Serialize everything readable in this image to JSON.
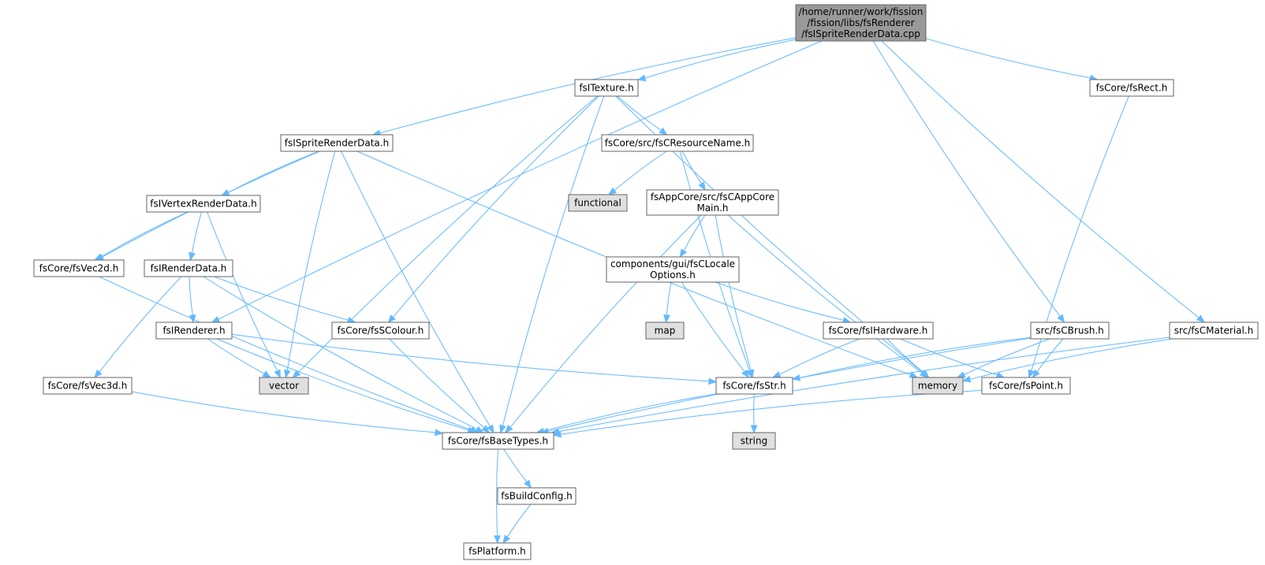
{
  "graph": {
    "nodes": [
      {
        "id": "root",
        "kind": "focus",
        "lines": [
          "/home/runner/work/fission",
          "/fission/libs/fsRenderer",
          "/fsISpriteRenderData.cpp"
        ]
      },
      {
        "id": "itexture",
        "kind": "normal",
        "lines": [
          "fsITexture.h"
        ]
      },
      {
        "id": "rect",
        "kind": "normal",
        "lines": [
          "fsCore/fsRect.h"
        ]
      },
      {
        "id": "isprite",
        "kind": "normal",
        "lines": [
          "fsISpriteRenderData.h"
        ]
      },
      {
        "id": "resname",
        "kind": "normal",
        "lines": [
          "fsCore/src/fsCResourceName.h"
        ]
      },
      {
        "id": "functional",
        "kind": "system",
        "lines": [
          "functional"
        ]
      },
      {
        "id": "appcore",
        "kind": "normal",
        "lines": [
          "fsAppCore/src/fsCAppCore",
          "Main.h"
        ]
      },
      {
        "id": "ivertex",
        "kind": "normal",
        "lines": [
          "fsIVertexRenderData.h"
        ]
      },
      {
        "id": "vec2d",
        "kind": "normal",
        "lines": [
          "fsCore/fsVec2d.h"
        ]
      },
      {
        "id": "irenderdata",
        "kind": "normal",
        "lines": [
          "fsIRenderData.h"
        ]
      },
      {
        "id": "locale",
        "kind": "normal",
        "lines": [
          "components/gui/fsCLocale",
          "Options.h"
        ]
      },
      {
        "id": "map",
        "kind": "system",
        "lines": [
          "map"
        ]
      },
      {
        "id": "irenderer",
        "kind": "normal",
        "lines": [
          "fsIRenderer.h"
        ]
      },
      {
        "id": "scolour",
        "kind": "normal",
        "lines": [
          "fsCore/fsSColour.h"
        ]
      },
      {
        "id": "ihardware",
        "kind": "normal",
        "lines": [
          "fsCore/fsIHardware.h"
        ]
      },
      {
        "id": "brush",
        "kind": "normal",
        "lines": [
          "src/fsCBrush.h"
        ]
      },
      {
        "id": "material",
        "kind": "normal",
        "lines": [
          "src/fsCMaterial.h"
        ]
      },
      {
        "id": "vec3d",
        "kind": "normal",
        "lines": [
          "fsCore/fsVec3d.h"
        ]
      },
      {
        "id": "vector",
        "kind": "system",
        "lines": [
          "vector"
        ]
      },
      {
        "id": "str",
        "kind": "normal",
        "lines": [
          "fsCore/fsStr.h"
        ]
      },
      {
        "id": "memory",
        "kind": "system",
        "lines": [
          "memory"
        ]
      },
      {
        "id": "point",
        "kind": "normal",
        "lines": [
          "fsCore/fsPoint.h"
        ]
      },
      {
        "id": "basetypes",
        "kind": "normal",
        "lines": [
          "fsCore/fsBaseTypes.h"
        ]
      },
      {
        "id": "string",
        "kind": "system",
        "lines": [
          "string"
        ]
      },
      {
        "id": "buildconfig",
        "kind": "normal",
        "lines": [
          "fsBuildConfig.h"
        ]
      },
      {
        "id": "platform",
        "kind": "normal",
        "lines": [
          "fsPlatform.h"
        ]
      }
    ],
    "edges": [
      {
        "from": "root",
        "to": "itexture"
      },
      {
        "from": "root",
        "to": "rect"
      },
      {
        "from": "root",
        "to": "isprite"
      },
      {
        "from": "root",
        "to": "irenderer"
      },
      {
        "from": "root",
        "to": "brush"
      },
      {
        "from": "root",
        "to": "material"
      },
      {
        "from": "itexture",
        "to": "resname"
      },
      {
        "from": "itexture",
        "to": "scolour"
      },
      {
        "from": "itexture",
        "to": "vector"
      },
      {
        "from": "itexture",
        "to": "basetypes"
      },
      {
        "from": "itexture",
        "to": "memory"
      },
      {
        "from": "rect",
        "to": "point"
      },
      {
        "from": "isprite",
        "to": "ivertex"
      },
      {
        "from": "isprite",
        "to": "vec2d"
      },
      {
        "from": "isprite",
        "to": "vector"
      },
      {
        "from": "isprite",
        "to": "basetypes"
      },
      {
        "from": "isprite",
        "to": "memory"
      },
      {
        "from": "resname",
        "to": "functional"
      },
      {
        "from": "resname",
        "to": "appcore"
      },
      {
        "from": "resname",
        "to": "str"
      },
      {
        "from": "appcore",
        "to": "locale"
      },
      {
        "from": "appcore",
        "to": "str"
      },
      {
        "from": "appcore",
        "to": "basetypes"
      },
      {
        "from": "appcore",
        "to": "memory"
      },
      {
        "from": "ivertex",
        "to": "vec2d"
      },
      {
        "from": "ivertex",
        "to": "irenderdata"
      },
      {
        "from": "ivertex",
        "to": "vector"
      },
      {
        "from": "vec2d",
        "to": "basetypes"
      },
      {
        "from": "irenderdata",
        "to": "irenderer"
      },
      {
        "from": "irenderdata",
        "to": "scolour"
      },
      {
        "from": "irenderdata",
        "to": "vec3d"
      },
      {
        "from": "irenderdata",
        "to": "basetypes"
      },
      {
        "from": "locale",
        "to": "map"
      },
      {
        "from": "locale",
        "to": "str"
      },
      {
        "from": "locale",
        "to": "ihardware"
      },
      {
        "from": "irenderer",
        "to": "vector"
      },
      {
        "from": "irenderer",
        "to": "str"
      },
      {
        "from": "irenderer",
        "to": "basetypes"
      },
      {
        "from": "scolour",
        "to": "basetypes"
      },
      {
        "from": "ihardware",
        "to": "str"
      },
      {
        "from": "ihardware",
        "to": "memory"
      },
      {
        "from": "ihardware",
        "to": "point"
      },
      {
        "from": "brush",
        "to": "str"
      },
      {
        "from": "brush",
        "to": "memory"
      },
      {
        "from": "brush",
        "to": "point"
      },
      {
        "from": "brush",
        "to": "basetypes"
      },
      {
        "from": "material",
        "to": "memory"
      },
      {
        "from": "material",
        "to": "basetypes"
      },
      {
        "from": "vec3d",
        "to": "basetypes"
      },
      {
        "from": "str",
        "to": "basetypes"
      },
      {
        "from": "str",
        "to": "string"
      },
      {
        "from": "point",
        "to": "basetypes"
      },
      {
        "from": "basetypes",
        "to": "buildconfig"
      },
      {
        "from": "basetypes",
        "to": "platform"
      },
      {
        "from": "buildconfig",
        "to": "platform"
      }
    ]
  },
  "colors": {
    "edge": "#63b8ff",
    "node_border": "#666666",
    "node_fill": "#ffffff",
    "focus_fill": "#999999",
    "system_fill": "#e0e0e0",
    "text": "#000000"
  }
}
